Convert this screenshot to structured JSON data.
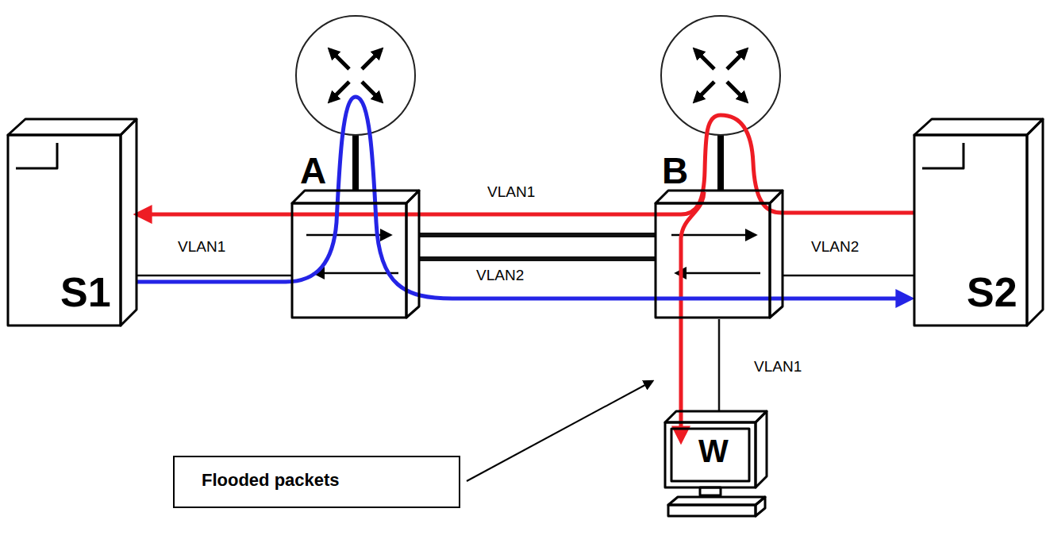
{
  "diagram": {
    "nodes": [
      {
        "text": [
          "S1"
        ]
      },
      {
        "text": [
          "A"
        ]
      },
      {
        "text": [
          "B"
        ]
      },
      {
        "text": [
          "S2"
        ]
      },
      {
        "text": [
          "W"
        ]
      },
      {
        "text": [
          "Flooded packets"
        ]
      }
    ],
    "edges": [
      {
        "from": 0,
        "to": 1,
        "arrow": "none",
        "label": "VLAN1"
      },
      {
        "from": 1,
        "to": 2,
        "arrow": "none"
      },
      {
        "from": 1,
        "to": 2,
        "arrow": "none"
      },
      {
        "from": 2,
        "to": 3,
        "arrow": "none",
        "label": "VLAN2"
      },
      {
        "from": 2,
        "to": 4,
        "arrow": "none",
        "label": "VLAN1"
      }
    ],
    "labels": [
      "VLAN1",
      "VLAN2"
    ]
  }
}
